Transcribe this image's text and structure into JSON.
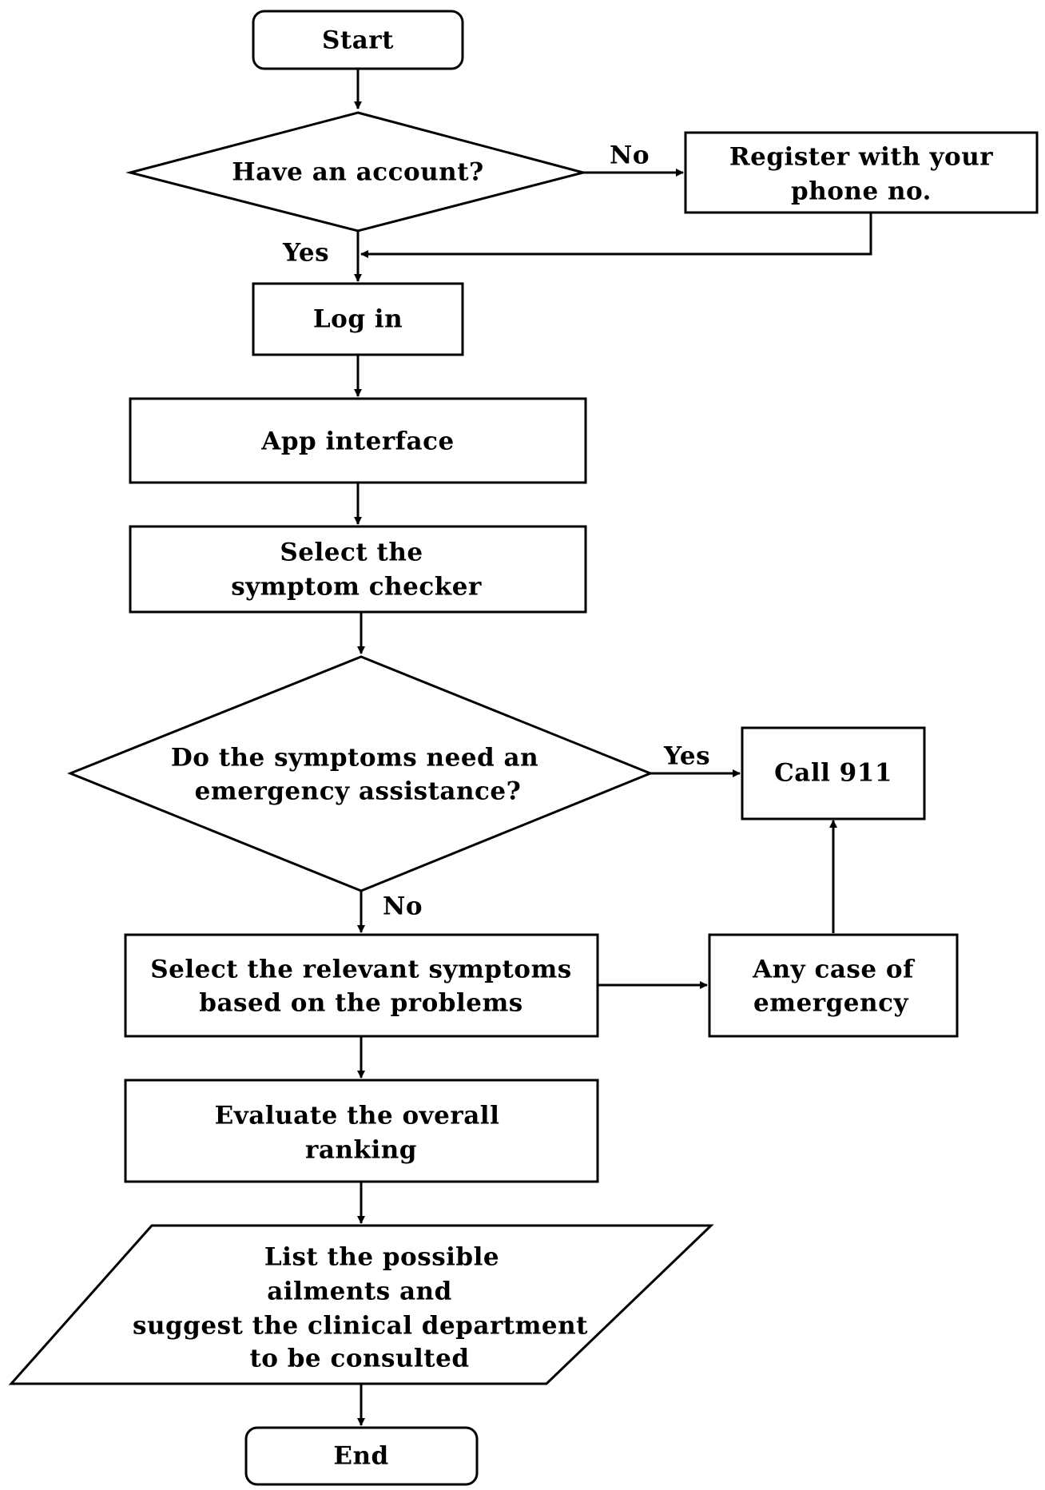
{
  "diagram": {
    "nodes": {
      "start": {
        "lines": [
          "Start"
        ]
      },
      "have_account": {
        "lines": [
          "Have an account?"
        ]
      },
      "register": {
        "lines": [
          "Register with your",
          "phone no."
        ]
      },
      "login": {
        "lines": [
          "Log in"
        ]
      },
      "app_interface": {
        "lines": [
          "App interface"
        ]
      },
      "select_checker": {
        "lines": [
          "Select the",
          "symptom checker"
        ]
      },
      "emergency_decision": {
        "lines": [
          "Do the symptoms need an",
          "emergency assistance?"
        ]
      },
      "call_911": {
        "lines": [
          "Call 911"
        ]
      },
      "select_symptoms": {
        "lines": [
          "Select the relevant symptoms",
          "based on the problems"
        ]
      },
      "any_emergency": {
        "lines": [
          "Any case of",
          "emergency"
        ]
      },
      "evaluate": {
        "lines": [
          "Evaluate the overall",
          "ranking"
        ]
      },
      "list_ailments": {
        "lines": [
          "List the possible",
          "ailments and",
          "suggest the clinical department",
          "to be consulted"
        ]
      },
      "end": {
        "lines": [
          "End"
        ]
      }
    },
    "edge_labels": {
      "account_no": "No",
      "account_yes": "Yes",
      "emergency_yes": "Yes",
      "emergency_no": "No"
    }
  }
}
